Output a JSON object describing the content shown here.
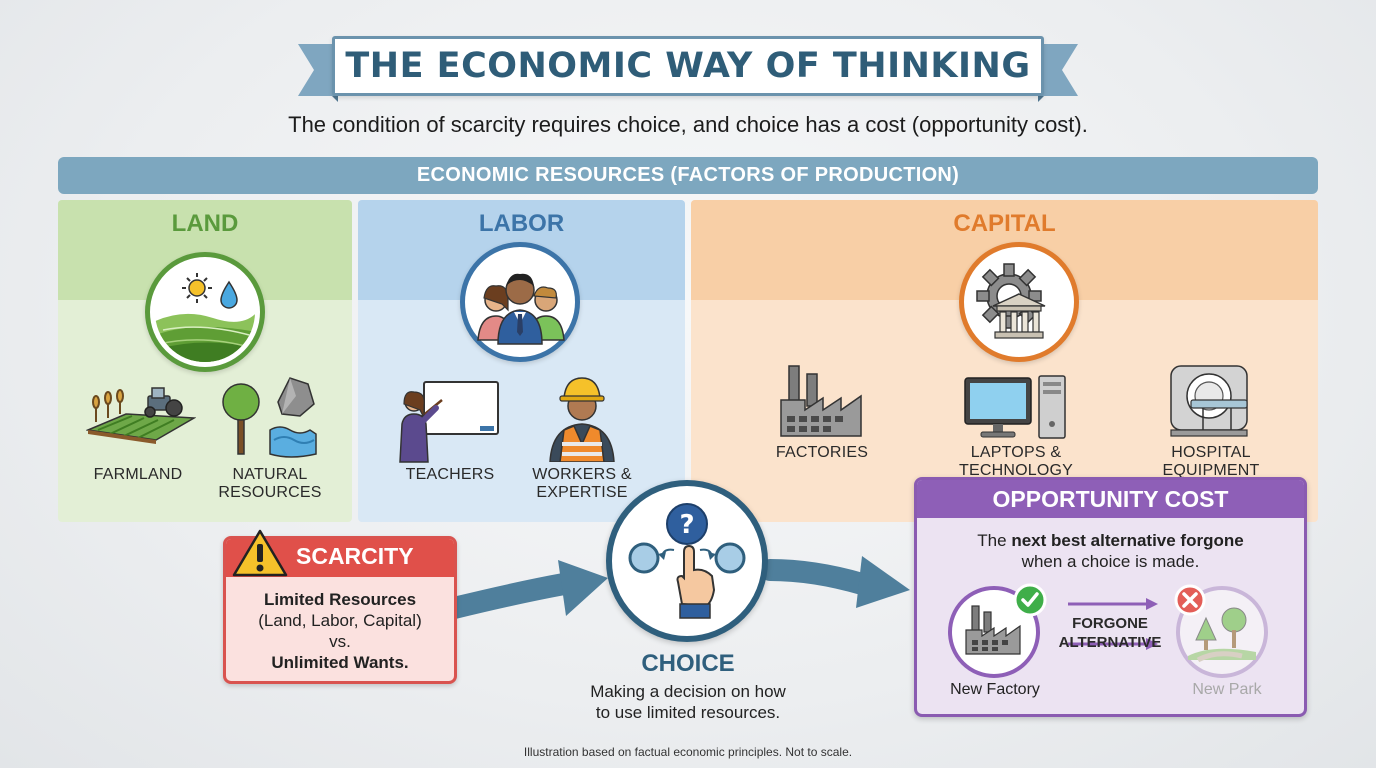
{
  "title": "THE ECONOMIC WAY OF THINKING",
  "subtitle": "The condition of scarcity requires choice, and choice has a cost (opportunity cost).",
  "resources_header": "ECONOMIC RESOURCES (FACTORS OF PRODUCTION)",
  "land": {
    "title": "LAND",
    "color": "#5a9a3c",
    "items": [
      {
        "label_line1": "FARMLAND",
        "label_line2": "",
        "icon": "farmland-icon"
      },
      {
        "label_line1": "NATURAL",
        "label_line2": "RESOURCES",
        "icon": "natural-resources-icon"
      }
    ]
  },
  "labor": {
    "title": "LABOR",
    "color": "#3c74a8",
    "items": [
      {
        "label_line1": "TEACHERS",
        "label_line2": "",
        "icon": "teacher-icon"
      },
      {
        "label_line1": "WORKERS &",
        "label_line2": "EXPERTISE",
        "icon": "worker-icon"
      }
    ]
  },
  "capital": {
    "title": "CAPITAL",
    "color": "#e07b2c",
    "items": [
      {
        "label": "FACTORIES",
        "icon": "factory-icon"
      },
      {
        "label": "LAPTOPS & TECHNOLOGY",
        "icon": "computer-icon"
      },
      {
        "label": "HOSPITAL EQUIPMENT",
        "icon": "mri-scanner-icon"
      }
    ]
  },
  "scarcity": {
    "title": "SCARCITY",
    "line1": "Limited Resources",
    "line2": "(Land, Labor, Capital)",
    "line3": "vs.",
    "line4": "Unlimited Wants.",
    "color": "#e0504a"
  },
  "choice": {
    "title": "CHOICE",
    "desc_line1": "Making a decision on how",
    "desc_line2": "to use limited resources.",
    "color": "#2f5f7d"
  },
  "opportunity_cost": {
    "title": "OPPORTUNITY COST",
    "desc_prefix": "The ",
    "desc_bold": "next best alternative forgone",
    "desc_line2": "when a choice is made.",
    "forgone_line1": "FORGONE",
    "forgone_line2": "ALTERNATIVE",
    "chosen_label": "New Factory",
    "forgone_label": "New Park",
    "color": "#8e5fb7"
  },
  "footnote": "Illustration based on factual economic principles. Not to scale."
}
